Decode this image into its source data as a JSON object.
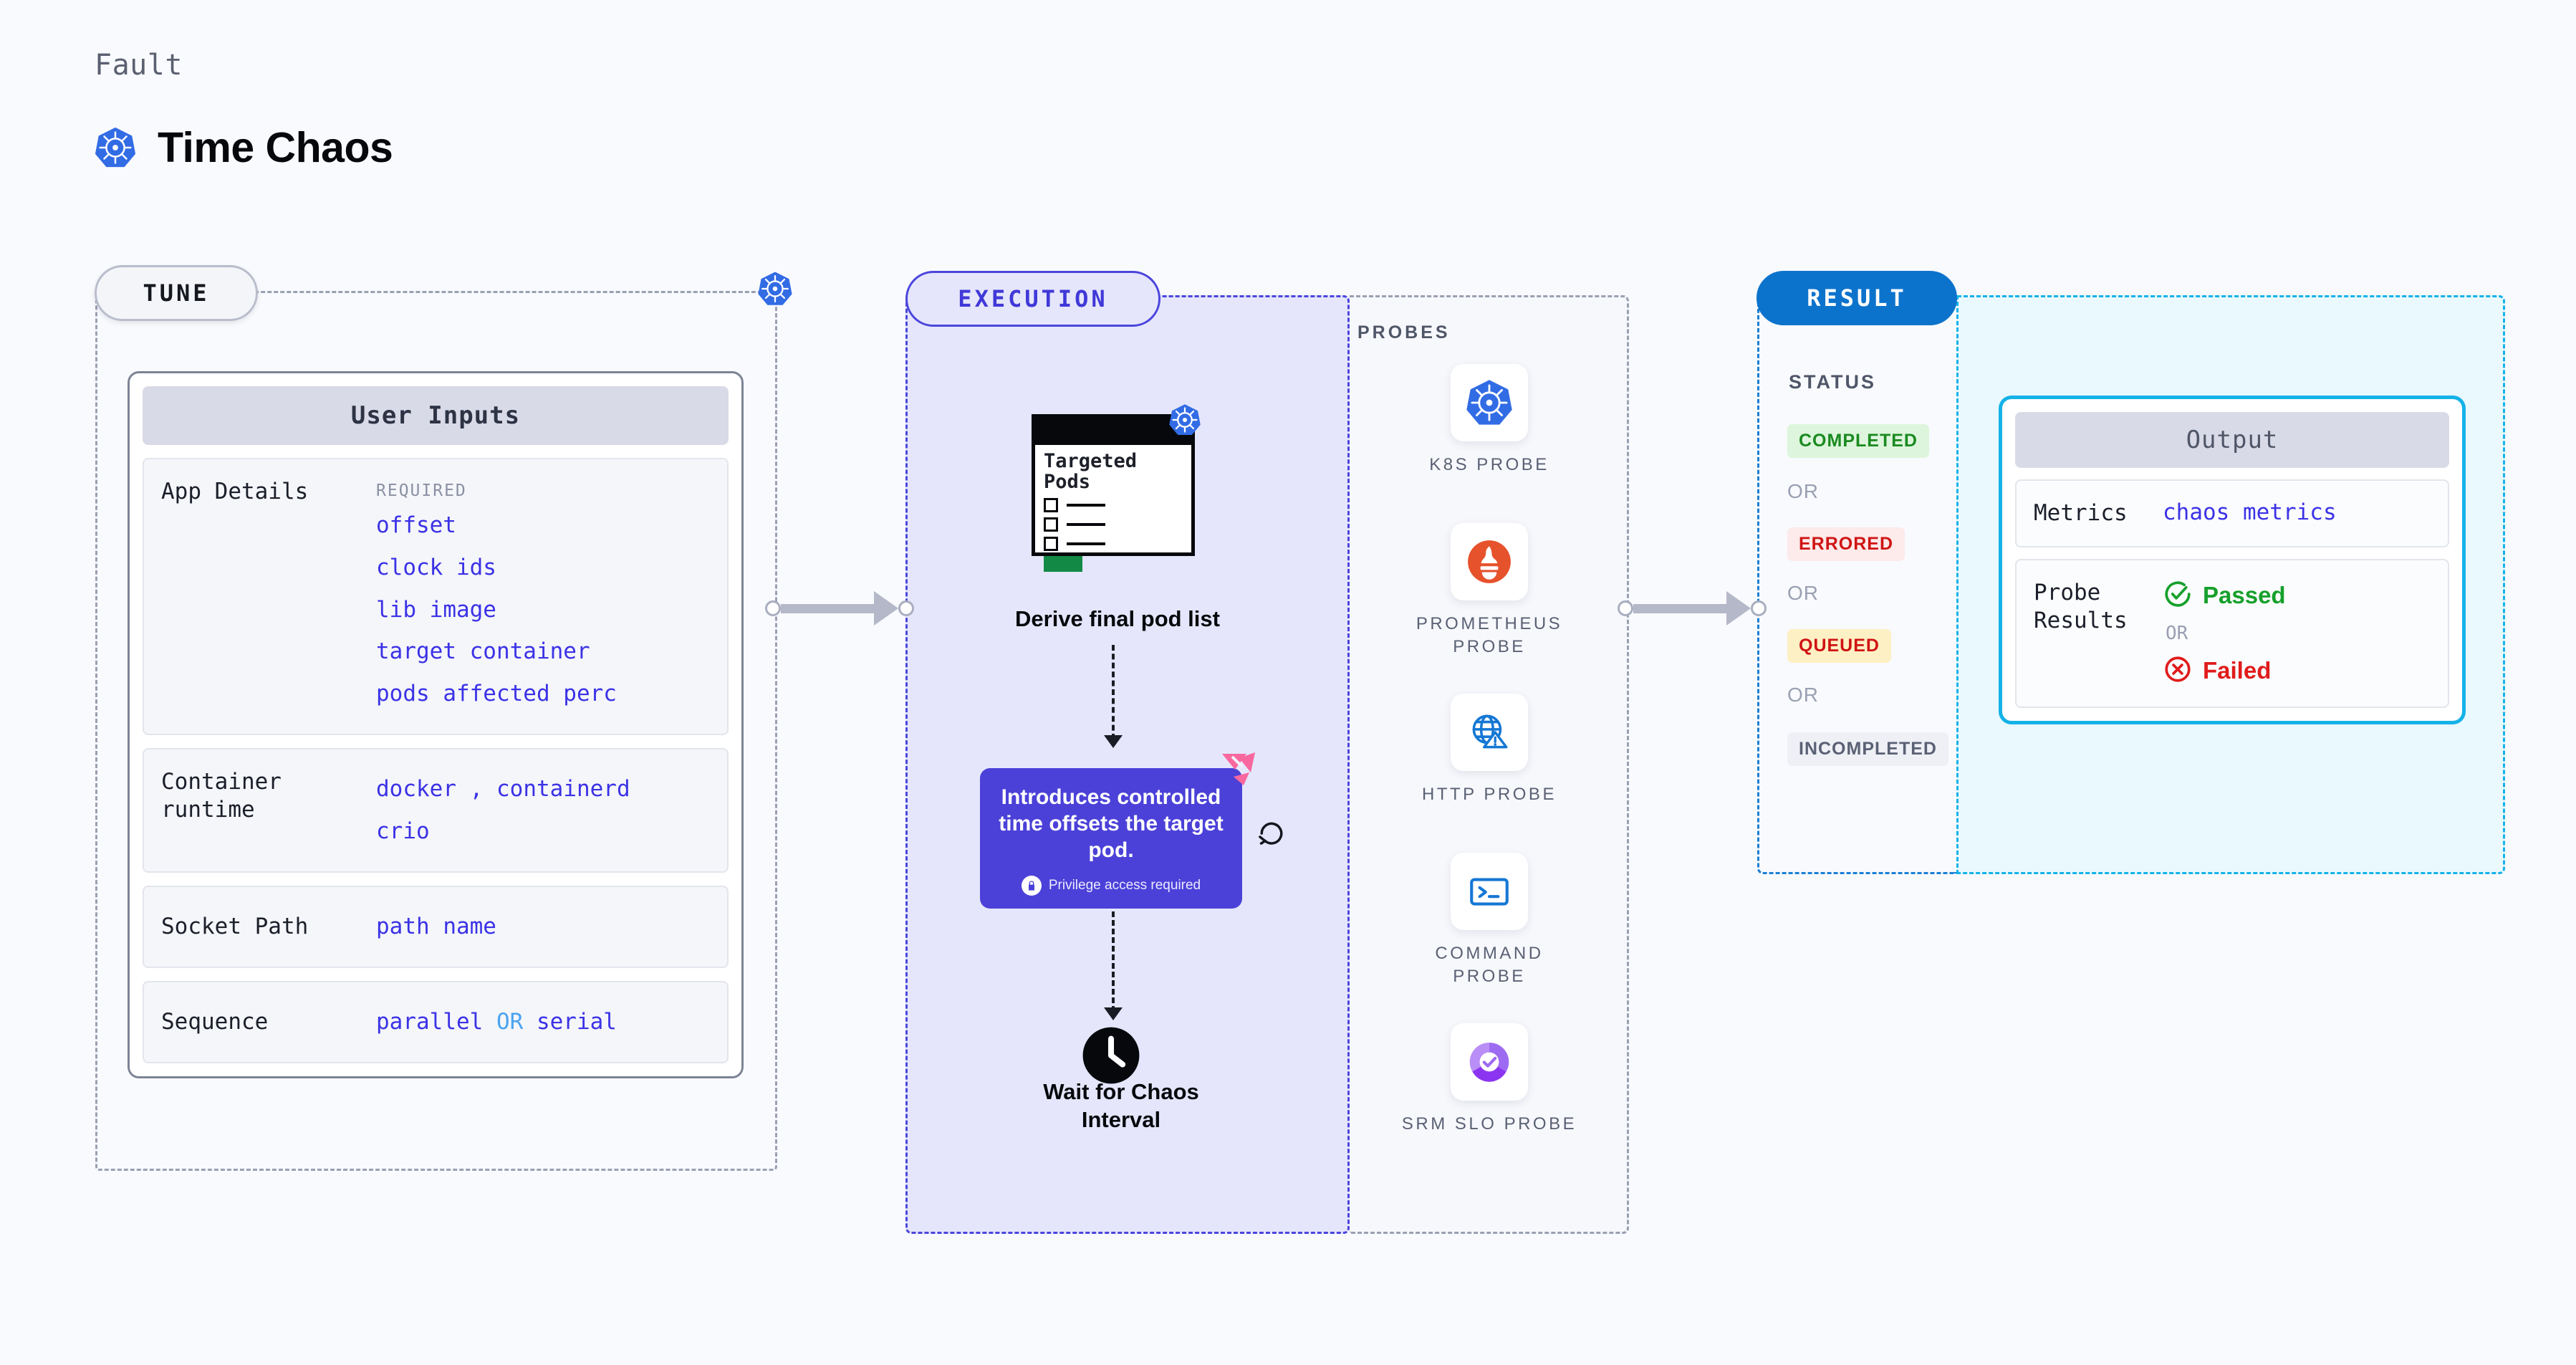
{
  "header": {
    "eyebrow": "Fault",
    "title": "Time Chaos",
    "logo_icon": "kubernetes-icon"
  },
  "tune": {
    "pill_label": "TUNE",
    "badge_icon": "kubernetes-icon",
    "card": {
      "title": "User Inputs",
      "rows": [
        {
          "label": "App Details",
          "required_label": "REQUIRED",
          "values": [
            "offset",
            "clock ids",
            "lib image",
            "target container",
            "pods affected perc"
          ]
        },
        {
          "label": "Container runtime",
          "values_line1_a": "docker",
          "values_line1_sep": ",",
          "values_line1_b": "containerd",
          "values_line2": "crio"
        },
        {
          "label": "Socket Path",
          "value": "path name"
        },
        {
          "label": "Sequence",
          "value_a": "parallel",
          "value_or": "OR",
          "value_b": "serial"
        }
      ]
    }
  },
  "execution": {
    "pill_label": "EXECUTION",
    "pods_card": {
      "title_line1": "Targeted",
      "title_line2": "Pods",
      "badge_icon": "kubernetes-icon"
    },
    "step1_label": "Derive final pod list",
    "tooltip": {
      "text": "Introduces controlled time offsets the target pod.",
      "privilege_note": "Privilege access required",
      "lock_icon": "lock-icon",
      "ribbon_icon": "ribbon-icon",
      "refresh_icon": "refresh-icon"
    },
    "step2_label": "Wait for Chaos Interval",
    "step2_icon": "clock-icon"
  },
  "probes": {
    "title": "PROBES",
    "items": [
      {
        "name": "K8S PROBE",
        "icon": "kubernetes-icon"
      },
      {
        "name": "PROMETHEUS PROBE",
        "icon": "prometheus-icon"
      },
      {
        "name": "HTTP PROBE",
        "icon": "globe-warning-icon"
      },
      {
        "name": "COMMAND PROBE",
        "icon": "terminal-icon"
      },
      {
        "name": "SRM SLO PROBE",
        "icon": "slo-donut-check-icon"
      }
    ]
  },
  "result": {
    "pill_label": "RESULT",
    "status_title": "STATUS",
    "or_label": "OR",
    "statuses": [
      {
        "label": "COMPLETED"
      },
      {
        "label": "ERRORED"
      },
      {
        "label": "QUEUED"
      },
      {
        "label": "INCOMPLETED"
      }
    ],
    "output": {
      "title": "Output",
      "metrics_label": "Metrics",
      "metrics_value": "chaos metrics",
      "probe_results_label": "Probe Results",
      "passed_label": "Passed",
      "failed_label": "Failed",
      "or_label": "OR",
      "passed_icon": "check-circle-icon",
      "failed_icon": "x-circle-icon"
    }
  },
  "colors": {
    "page_bg": "#f9fafd",
    "accent_purple": "#3b32e6",
    "exec_border": "#4b45dd",
    "exec_fill": "#e5e6fb",
    "result_blue": "#0c73cc",
    "output_cyan": "#15b2e8",
    "output_fill": "#e9f9fe",
    "success_green": "#16a02b",
    "error_red": "#e01b1b",
    "queued_amber": "#fdf0c4",
    "k8s_blue": "#326ce5"
  }
}
